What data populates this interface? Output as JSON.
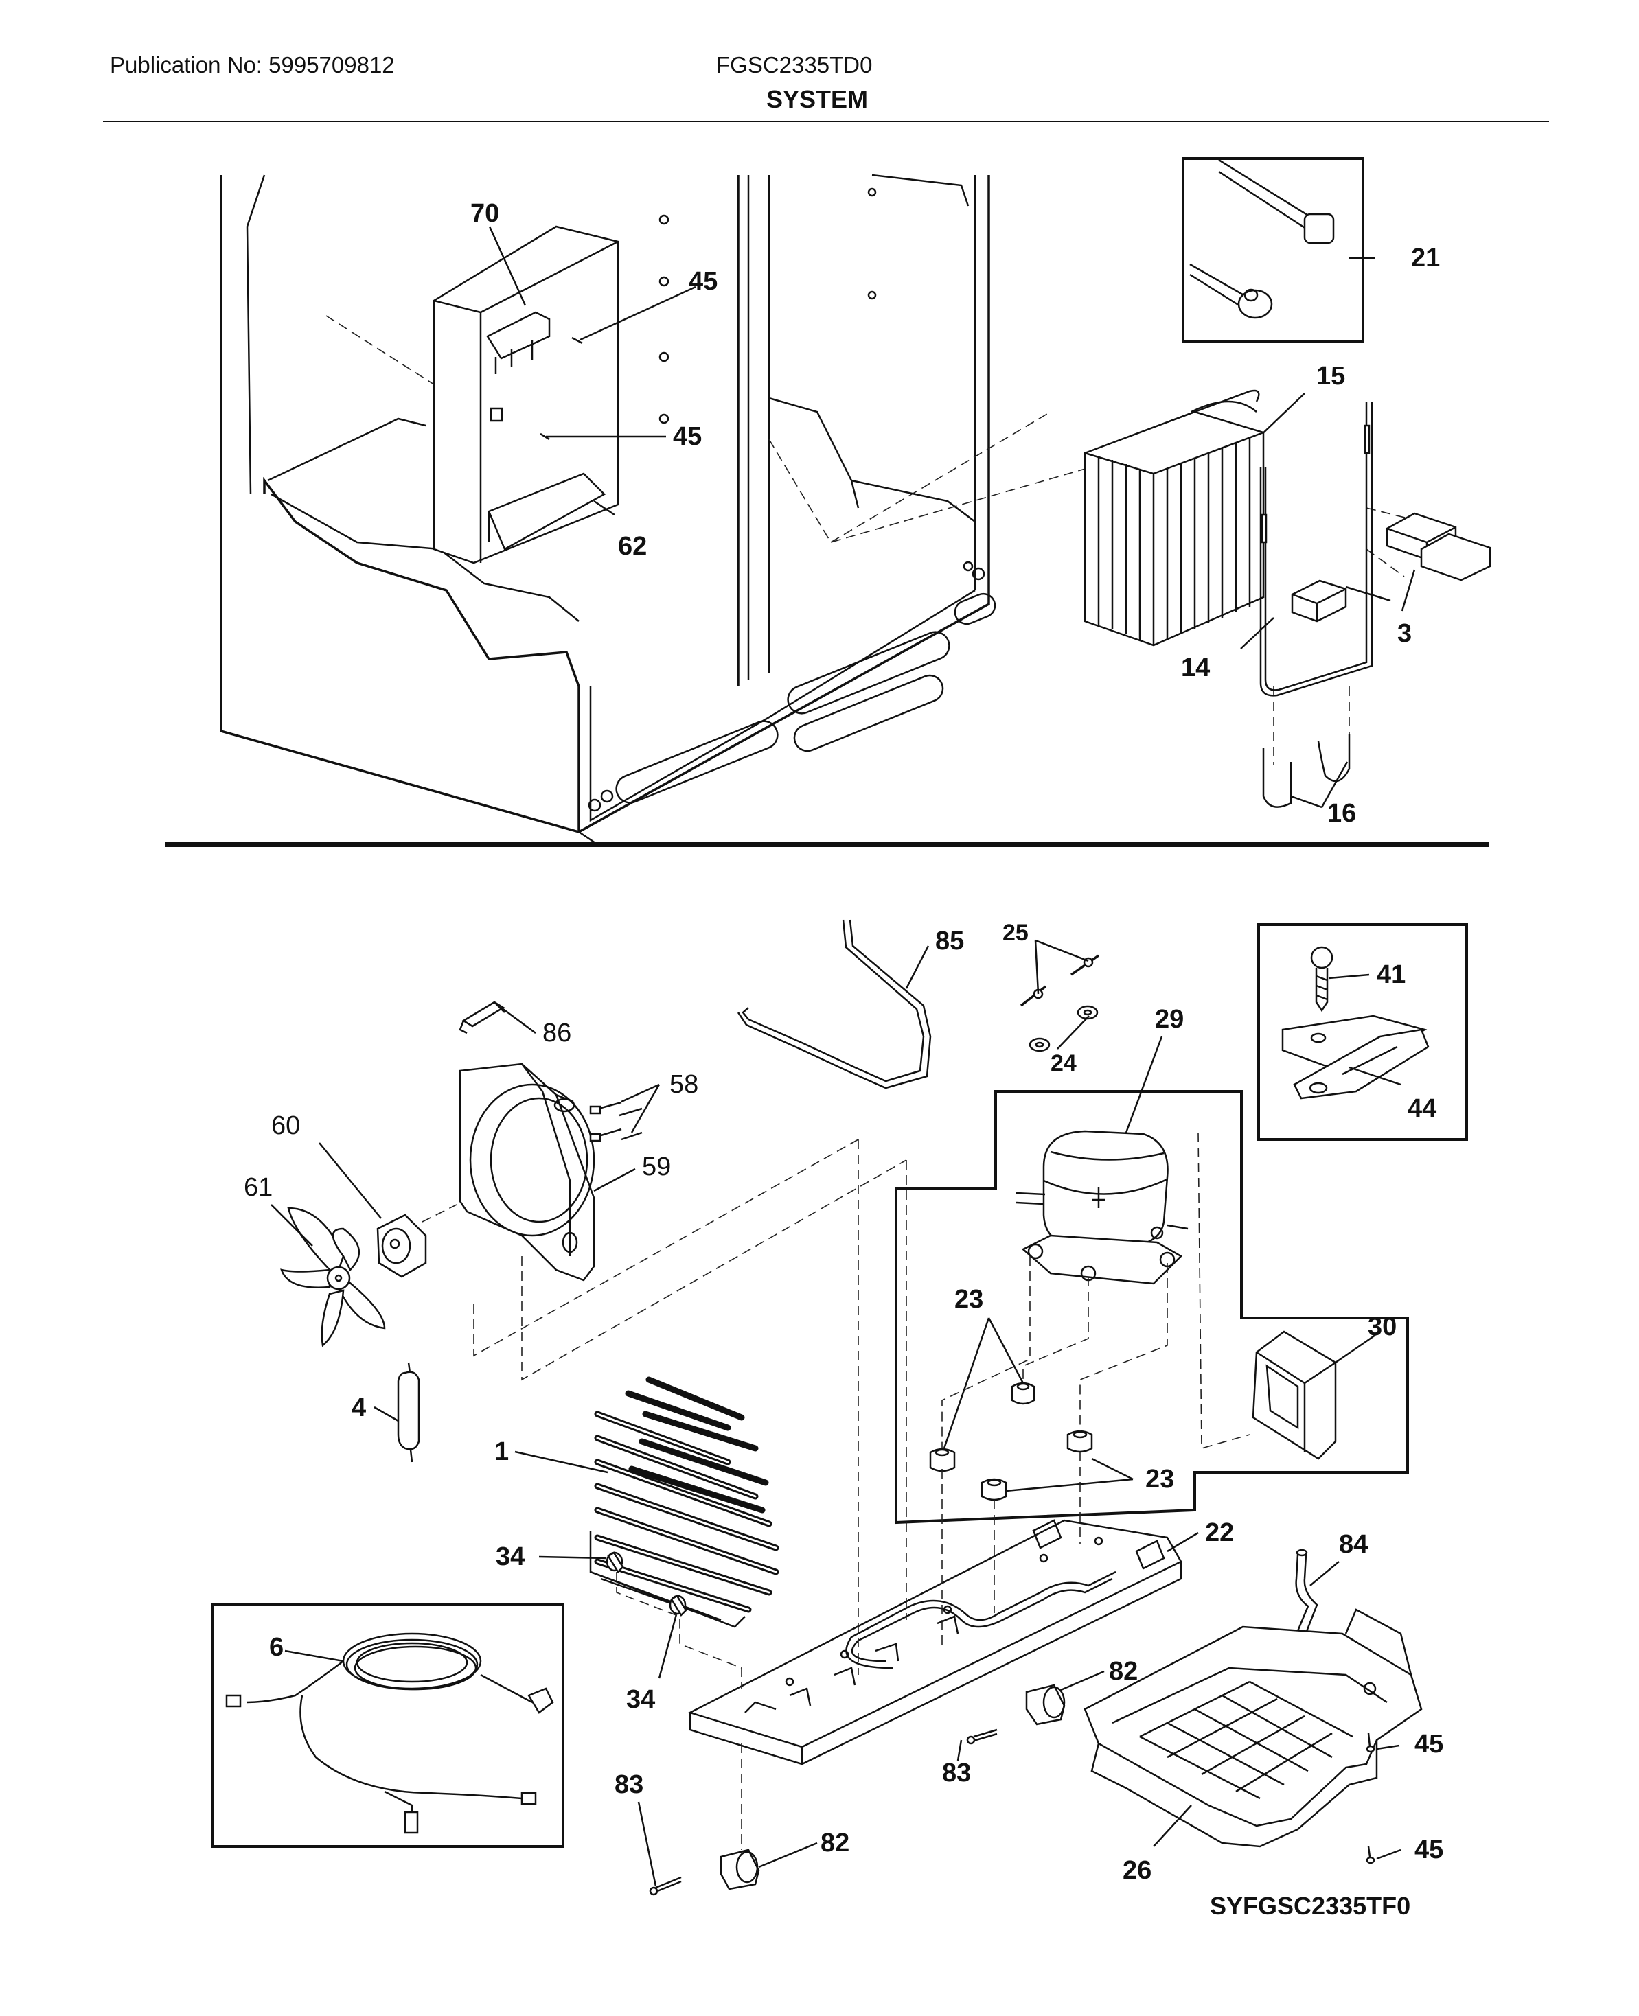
{
  "header": {
    "publication": "Publication No: 5995709812",
    "model": "FGSC2335TD0",
    "section": "SYSTEM"
  },
  "drawing_code": "SYFGSC2335TF0",
  "upper_callouts": {
    "c70": "70",
    "c45a": "45",
    "c45b": "45",
    "c62": "62",
    "c21": "21",
    "c15": "15",
    "c3": "3",
    "c14": "14",
    "c16": "16"
  },
  "lower_callouts": {
    "c85": "85",
    "c25": "25",
    "c86": "86",
    "c29": "29",
    "c41": "41",
    "c24": "24",
    "c58": "58",
    "c60": "60",
    "c44": "44",
    "c59": "59",
    "c61": "61",
    "c23a": "23",
    "c30": "30",
    "c4": "4",
    "c1": "1",
    "c23b": "23",
    "c22": "22",
    "c34a": "34",
    "c84": "84",
    "c6": "6",
    "c82a": "82",
    "c34b": "34",
    "c45c": "45",
    "c83a": "83",
    "c83b": "83",
    "c82b": "82",
    "c26": "26",
    "c45d": "45"
  }
}
